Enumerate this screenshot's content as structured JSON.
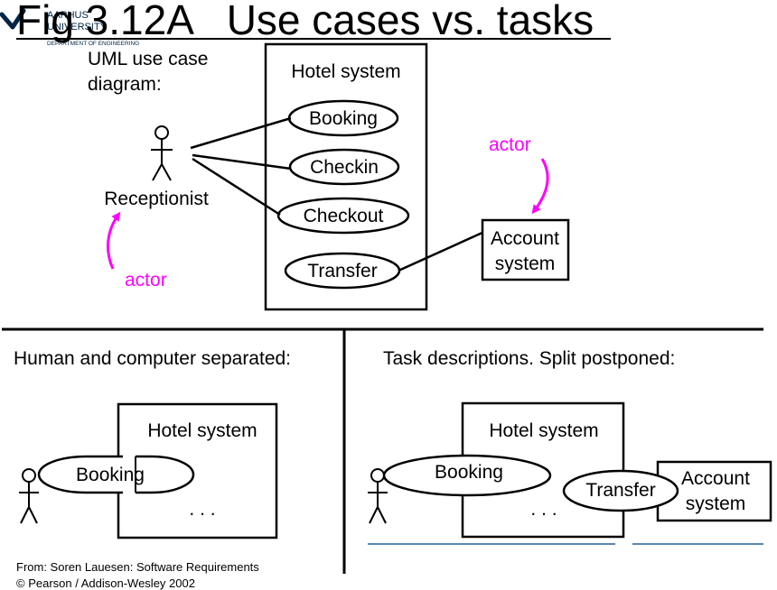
{
  "title": "Fig 3.12A   Use cases vs. tasks",
  "logo": {
    "line1": "AARHUS",
    "line2": "UNIVERSITY",
    "line3": "DEPARTMENT OF ENGINEERING",
    "color": "#002546"
  },
  "top": {
    "caption_line1": "UML use case",
    "caption_line2": "diagram:",
    "system_label": "Hotel system",
    "use_cases": [
      "Booking",
      "Checkin",
      "Checkout",
      "Transfer"
    ],
    "actor_name": "Receptionist",
    "actor_note_left": "actor",
    "actor_note_right": "actor",
    "external_line1": "Account",
    "external_line2": "system"
  },
  "bottom_left": {
    "heading": "Human and computer separated:",
    "system_label": "Hotel system",
    "task": "Booking",
    "ellipsis": ". . ."
  },
  "bottom_right": {
    "heading": "Task descriptions. Split postponed:",
    "system_label": "Hotel system",
    "task1": "Booking",
    "task2": "Transfer",
    "ellipsis": ". . .",
    "external_line1": "Account",
    "external_line2": "system"
  },
  "footer": {
    "line1": "From: Soren Lauesen: Software Requirements",
    "line2": "© Pearson / Addison-Wesley 2002"
  },
  "colors": {
    "ink": "#000000",
    "annotation": "#ff00ff",
    "rule": "#1f5e9e"
  }
}
